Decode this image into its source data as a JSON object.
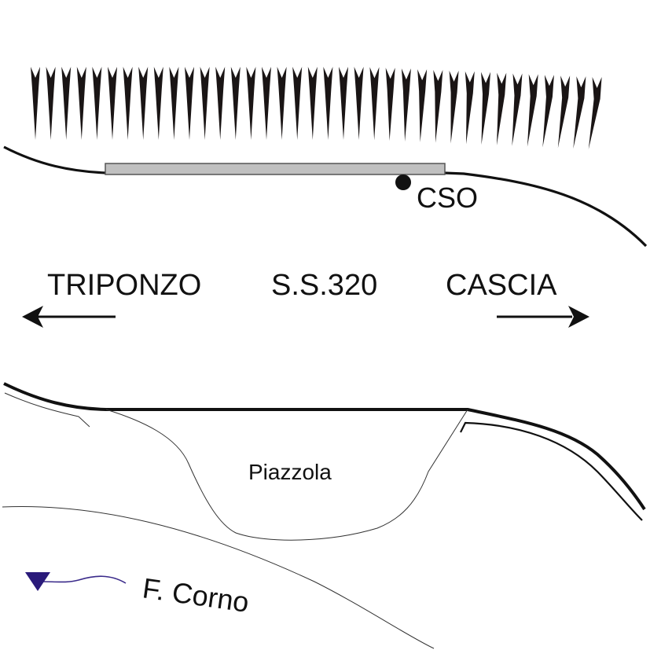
{
  "diagram": {
    "title_road": "S.S.320",
    "direction_left": {
      "label": "TRIPONZO",
      "arrow": "arrow-left-icon"
    },
    "direction_right": {
      "label": "CASCIA",
      "arrow": "arrow-right-icon"
    },
    "cso_label": "CSO",
    "parking_label": "Piazzola",
    "river_label": "F. Corno",
    "river_flow_arrow": "arrow-flow-icon",
    "slope_hachure_count": 37,
    "colors": {
      "ink": "#111111",
      "structure_fill": "#c0c0c0",
      "structure_stroke": "#555555",
      "river": "#2a1a7a",
      "background": "#ffffff"
    }
  }
}
